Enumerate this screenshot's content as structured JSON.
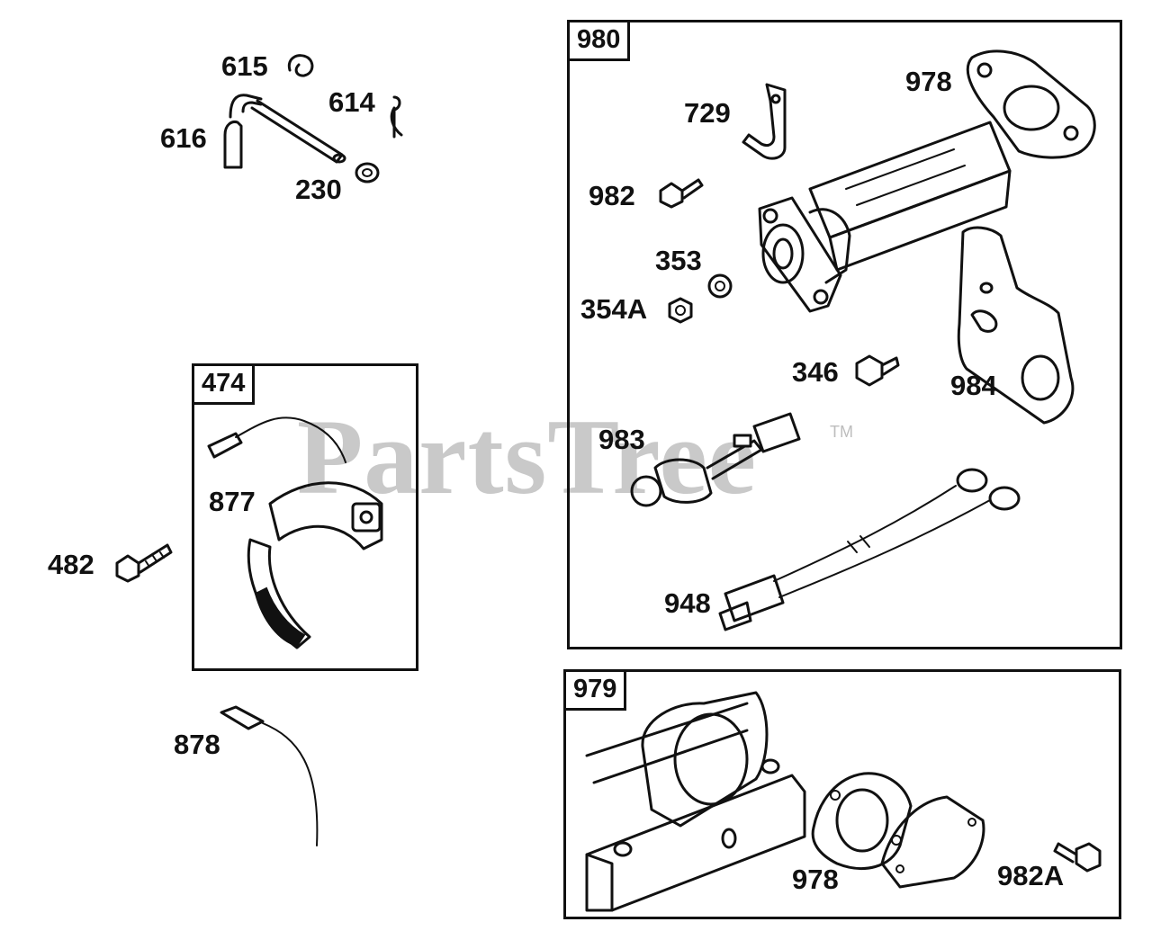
{
  "watermark": {
    "text": "PartsTree",
    "trademark": "TM"
  },
  "groups": [
    {
      "id": "group-980",
      "label": "980"
    },
    {
      "id": "group-474",
      "label": "474"
    },
    {
      "id": "group-979",
      "label": "979"
    }
  ],
  "parts": {
    "p615": "615",
    "p614": "614",
    "p616": "616",
    "p230": "230",
    "p474_877": "877",
    "p482": "482",
    "p878": "878",
    "p729": "729",
    "p978_top": "978",
    "p982": "982",
    "p353": "353",
    "p354A": "354A",
    "p346": "346",
    "p984": "984",
    "p983": "983",
    "p948": "948",
    "p978_bottom": "978",
    "p982A": "982A"
  }
}
